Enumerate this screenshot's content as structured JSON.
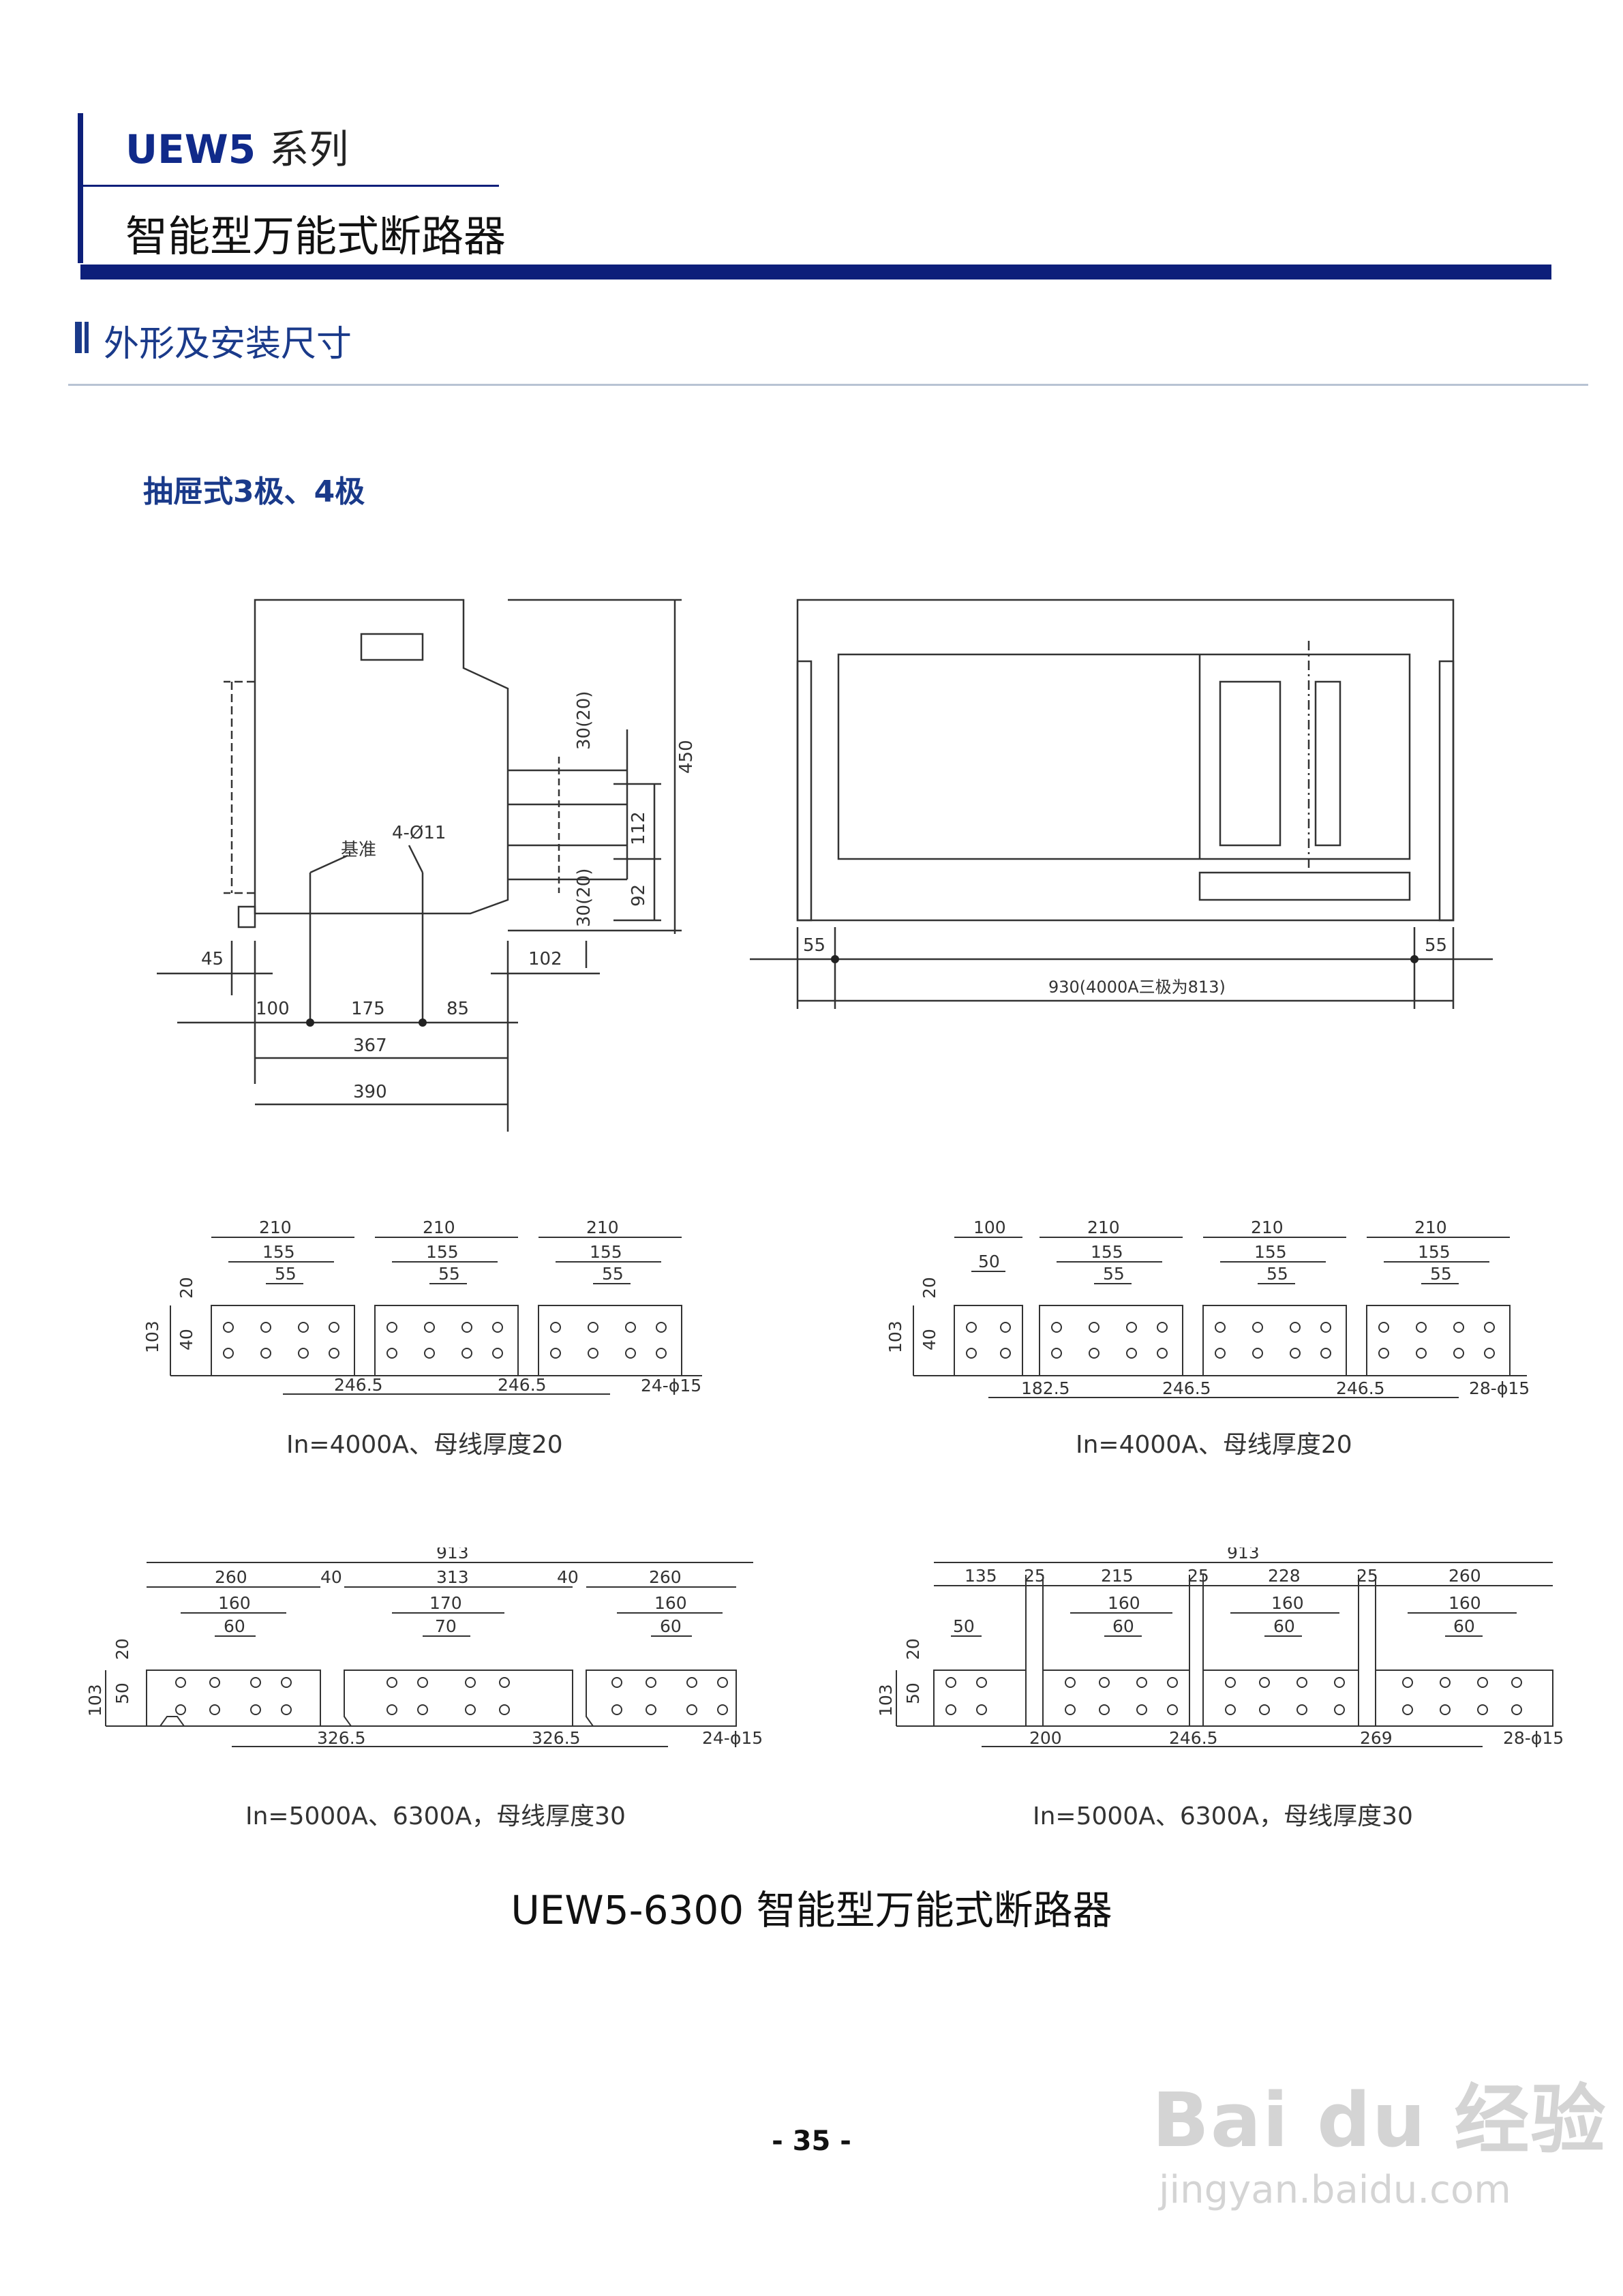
{
  "header": {
    "series_code": "UEW5",
    "series_suffix": "系列",
    "subtitle": "智能型万能式断路器"
  },
  "section": {
    "title": "外形及安装尺寸",
    "variant": "抽屉式3极、4极"
  },
  "side_view": {
    "labels": {
      "reference": "基准",
      "holes": "4-Ø11",
      "dim_450": "450",
      "dim_112": "112",
      "dim_92": "92",
      "dim_30_20_top": "30(20)",
      "dim_30_20_bottom": "30(20)",
      "dim_102": "102",
      "dim_45": "45",
      "dim_100": "100",
      "dim_175": "175",
      "dim_85": "85",
      "dim_367": "367",
      "dim_390": "390"
    }
  },
  "front_view": {
    "labels": {
      "left_55": "55",
      "right_55": "55",
      "width": "930(4000A三极为813)"
    }
  },
  "busbar_3pole_4000": {
    "caption": "In=4000A、母线厚度20",
    "width_210": "210",
    "width_155": "155",
    "width_55": "55",
    "height_103": "103",
    "height_40": "40",
    "height_20": "20",
    "pitch": "246.5",
    "holes": "24-ϕ15"
  },
  "busbar_4pole_4000": {
    "caption": "In=4000A、母线厚度20",
    "width_100": "100",
    "width_50": "50",
    "width_210": "210",
    "width_155": "155",
    "width_55": "55",
    "height_103": "103",
    "height_40": "40",
    "height_20": "20",
    "pitch_first": "182.5",
    "pitch": "246.5",
    "holes": "28-ϕ15"
  },
  "busbar_3pole_6300": {
    "caption": "In=5000A、6300A，母线厚度30",
    "total": "913",
    "w260": "260",
    "w40": "40",
    "w313": "313",
    "w160": "160",
    "w170": "170",
    "w60": "60",
    "w70": "70",
    "height_103": "103",
    "height_50": "50",
    "height_20": "20",
    "pitch": "326.5",
    "holes": "24-ϕ15"
  },
  "busbar_4pole_6300": {
    "caption": "In=5000A、6300A，母线厚度30",
    "total": "913",
    "w135": "135",
    "w25": "25",
    "w215": "215",
    "w228": "228",
    "w260": "260",
    "w160": "160",
    "w60": "60",
    "w50": "50",
    "height_103": "103",
    "height_50": "50",
    "height_20": "20",
    "p200": "200",
    "p246": "246.5",
    "p269": "269",
    "holes": "28-ϕ15"
  },
  "main_caption": "UEW5-6300 智能型万能式断路器",
  "page_number": "- 35 -",
  "watermark": {
    "logo": "Bai du 经验",
    "url": "jingyan.baidu.com"
  }
}
